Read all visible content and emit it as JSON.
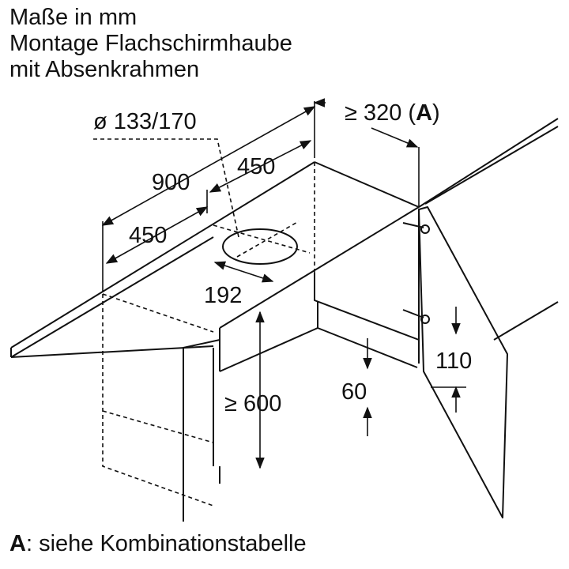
{
  "header": {
    "lines": [
      "Maße in mm",
      "Montage Flachschirmhaube",
      "mit Absenkrahmen"
    ]
  },
  "dimensions": {
    "duct_diameter": "ø 133/170",
    "min_clearance_prefix": "≥ 320 (",
    "min_clearance_ref": "A",
    "min_clearance_suffix": ")",
    "total_width": "900",
    "half_width_right": "450",
    "half_width_left": "450",
    "duct_offset": "192",
    "min_height": "≥ 600",
    "frame_height": "110",
    "lower_offset": "60"
  },
  "footnote": {
    "ref": "A",
    "text": ":  siehe Kombinationstabelle"
  }
}
